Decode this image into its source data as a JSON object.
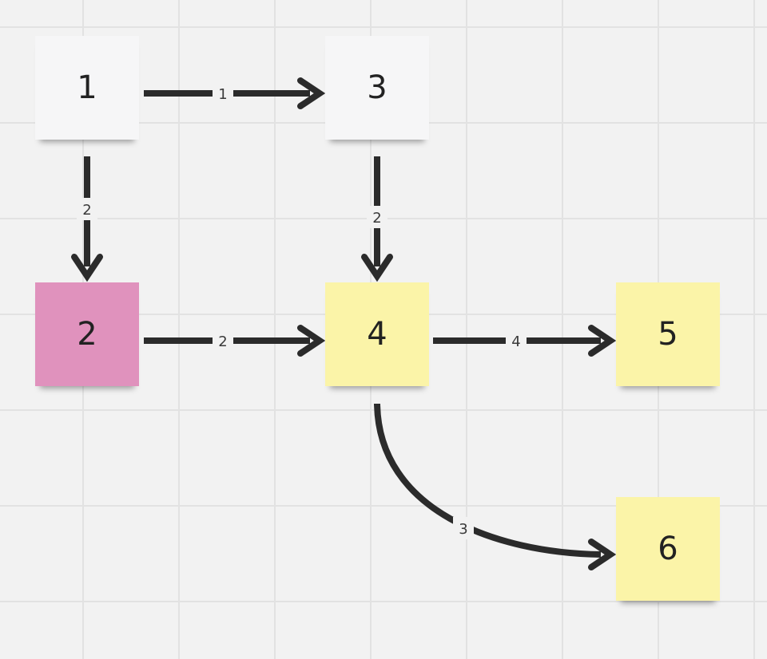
{
  "colors": {
    "edge": "#2b2b2b",
    "note_white": "#f6f6f7",
    "note_pink": "#e092bd",
    "note_yellow": "#fbf4a8"
  },
  "nodes": [
    {
      "id": "n1",
      "label": "1",
      "color": "#f6f6f7"
    },
    {
      "id": "n2",
      "label": "2",
      "color": "#e092bd"
    },
    {
      "id": "n3",
      "label": "3",
      "color": "#f6f6f7"
    },
    {
      "id": "n4",
      "label": "4",
      "color": "#fbf4a8"
    },
    {
      "id": "n5",
      "label": "5",
      "color": "#fbf4a8"
    },
    {
      "id": "n6",
      "label": "6",
      "color": "#fbf4a8"
    }
  ],
  "edges": [
    {
      "from": "1",
      "to": "3",
      "weight": "1"
    },
    {
      "from": "1",
      "to": "2",
      "weight": "2"
    },
    {
      "from": "3",
      "to": "4",
      "weight": "2"
    },
    {
      "from": "2",
      "to": "4",
      "weight": "2"
    },
    {
      "from": "4",
      "to": "5",
      "weight": "4"
    },
    {
      "from": "4",
      "to": "6",
      "weight": "3"
    }
  ]
}
